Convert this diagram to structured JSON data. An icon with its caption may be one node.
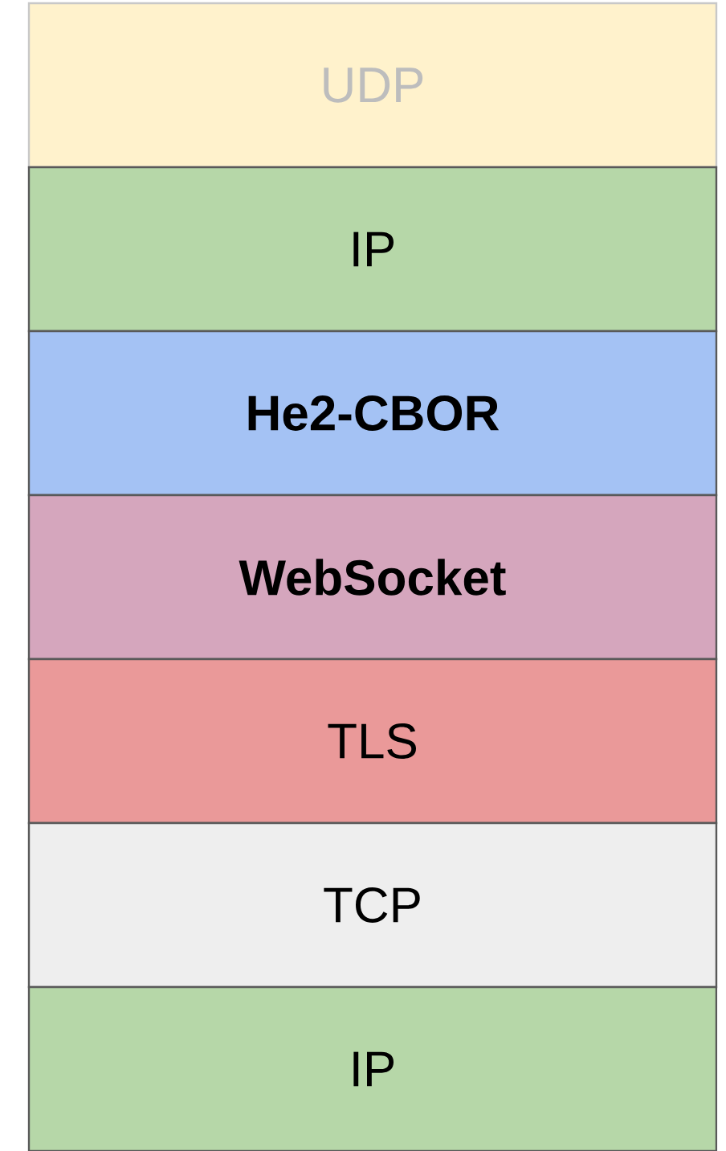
{
  "diagram": {
    "nodes": [
      {
        "text": [
          "UDP"
        ]
      },
      {
        "text": [
          "IP"
        ]
      },
      {
        "text": [
          "He2-CBOR"
        ]
      },
      {
        "text": [
          "WebSocket"
        ]
      },
      {
        "text": [
          "TLS"
        ]
      },
      {
        "text": [
          "TCP"
        ]
      },
      {
        "text": [
          "IP"
        ]
      }
    ]
  }
}
